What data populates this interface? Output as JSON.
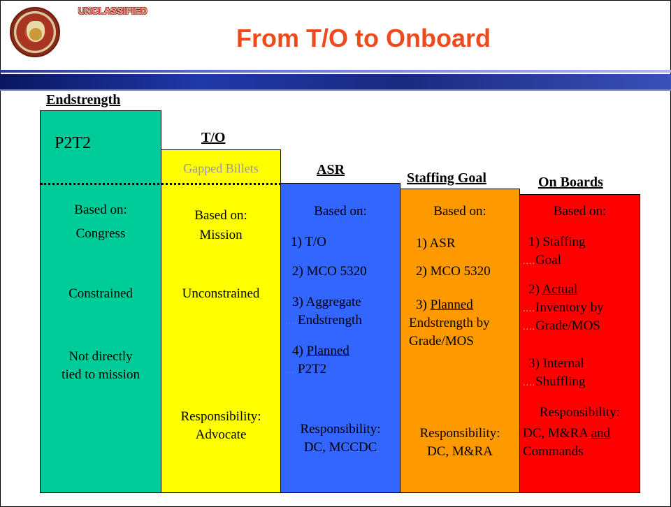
{
  "slide": {
    "banner": "UNCLASSIFIED",
    "title": "From T/O to Onboard"
  },
  "columns": {
    "endstrength": {
      "header": "Endstrength",
      "top_label": "P2T2",
      "based_on": "Based on:",
      "based_detail": "Congress",
      "constrained": "Constrained",
      "note_line1": "Not directly",
      "note_line2": "tied to mission",
      "color": "#00cc99"
    },
    "to": {
      "header": "T/O",
      "top_label": "Gapped Billets",
      "based_on": "Based on:",
      "based_detail": "Mission",
      "constrained": "Unconstrained",
      "responsibility": "Responsibility:",
      "responsibility_detail": "Advocate",
      "color": "#ffff00"
    },
    "asr": {
      "header": "ASR",
      "based_on": "Based on:",
      "item1": "1) T/O",
      "item2": "2) MCO 5320",
      "item3_line1": "3) Aggregate",
      "item3_line2": "Endstrength",
      "item4_prefix": "4) ",
      "item4_underlined": "Planned",
      "item4_line2": "P2T2",
      "responsibility": "Responsibility:",
      "responsibility_detail": "DC, MCCDC",
      "color": "#3366ff"
    },
    "staffing_goal": {
      "header": "Staffing Goal",
      "based_on": "Based on:",
      "item1": "1) ASR",
      "item2": "2) MCO 5320",
      "item3_prefix": "3) ",
      "item3_underlined": "Planned",
      "item3_line2": "Endstrength by",
      "item3_line3": "Grade/MOS",
      "responsibility": "Responsibility:",
      "responsibility_detail": "DC, M&RA",
      "color": "#ff9900"
    },
    "on_boards": {
      "header": "On Boards",
      "based_on": "Based on:",
      "item1_line1": "1) Staffing",
      "item1_line2": "Goal",
      "item2_prefix": "2) ",
      "item2_underlined": "Actual",
      "item2_line2": "Inventory by",
      "item2_line3": "Grade/MOS",
      "item3_line1": "3) Internal",
      "item3_line2": "Shuffling",
      "responsibility": "Responsibility:",
      "responsibility_line2_prefix": "DC, M&RA ",
      "responsibility_line2_underlined": "and",
      "responsibility_line3": "Commands",
      "color": "#ff0000"
    }
  },
  "dot_leader": "....",
  "colors": {
    "title": "#ef4a1c",
    "banner": "#e8341c",
    "header_bar": "#1a2a90"
  }
}
